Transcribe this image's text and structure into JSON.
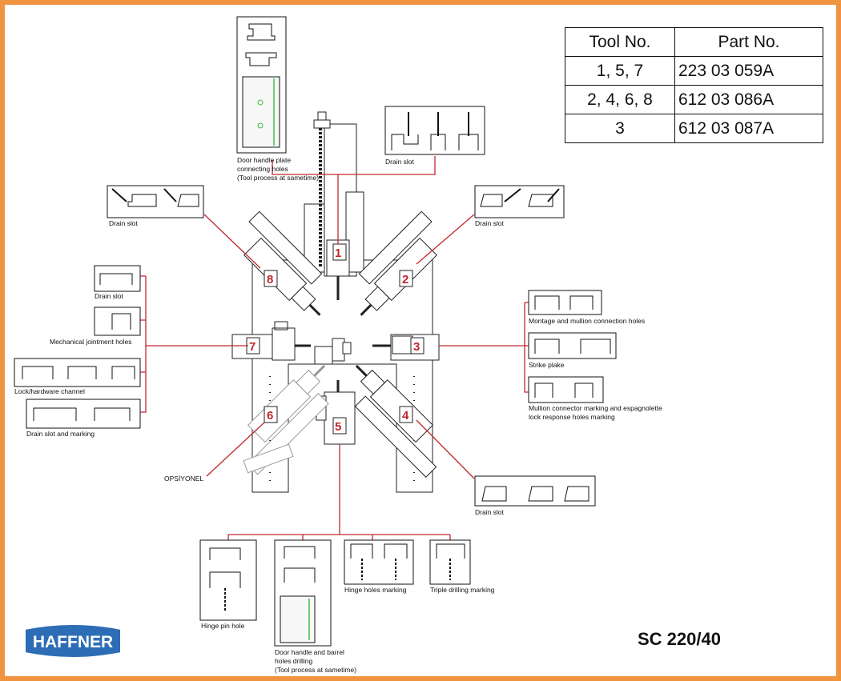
{
  "parts_table": {
    "headers": [
      "Tool No.",
      "Part No."
    ],
    "rows": [
      [
        "1, 5, 7",
        "223 03 059A"
      ],
      [
        "2, 4, 6, 8",
        "612 03 086A"
      ],
      [
        "3",
        "612 03 087A"
      ]
    ]
  },
  "model": "SC 220/40",
  "logo_text": "HAFFNER",
  "tool_numbers": [
    "1",
    "2",
    "3",
    "4",
    "5",
    "6",
    "7",
    "8"
  ],
  "labels": {
    "top_handle": [
      "Door handle plate",
      "connecting holes",
      "(Tool process at sametime)"
    ],
    "drain_top": "Drain slot",
    "drain_left": "Drain slot",
    "drain_right": "Drain slot",
    "left1": "Drain slot",
    "left2": "Mechanical jointment holes",
    "left3": "Lock/hardware channel",
    "left4": "Drain slot and marking",
    "right1": "Montage and mullion connection holes",
    "right2": "Strike plake",
    "right3": [
      "Mullion connector marking and espagnolette",
      "lock response holes marking"
    ],
    "drain_br": "Drain slot",
    "optional": "OPSİYONEL",
    "b1": "Hinge pin hole",
    "b2": [
      "Door handle and barrel",
      "holes drilling",
      "(Tool process at sametime)"
    ],
    "b3": "Hinge holes marking",
    "b4": "Triple drilling marking"
  },
  "colors": {
    "frame": "#F0943F",
    "callout": "#c0272d",
    "logo": "#2d6db5",
    "accent": "#3fbf3f"
  }
}
